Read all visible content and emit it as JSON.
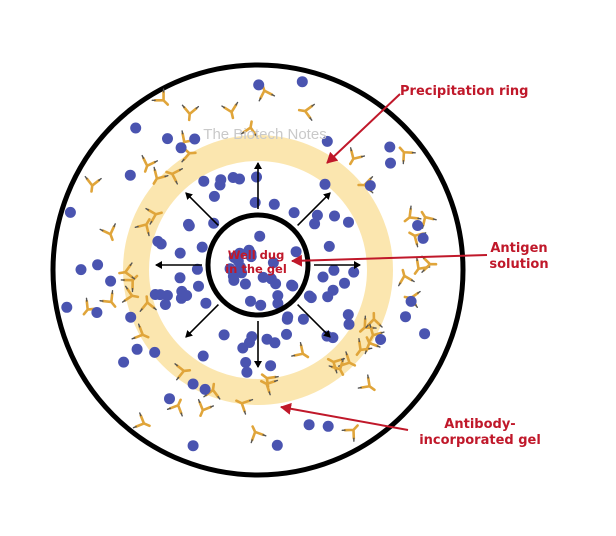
{
  "watermark": "The Biotech Notes",
  "labels": {
    "precipitation_ring": "Precipitation ring",
    "antigen_line1": "Antigen",
    "antigen_line2": "solution",
    "gel_line1": "Antibody-",
    "gel_line2": "incorporated gel",
    "well_line1": "Well dug",
    "well_line2": "in the gel"
  },
  "colors": {
    "label_red": "#c0182a",
    "antigen_dot": "#4a54b0",
    "ring_yellow": "#fbe3a6",
    "antibody_orange": "#e0a53a",
    "outline": "#000000"
  }
}
